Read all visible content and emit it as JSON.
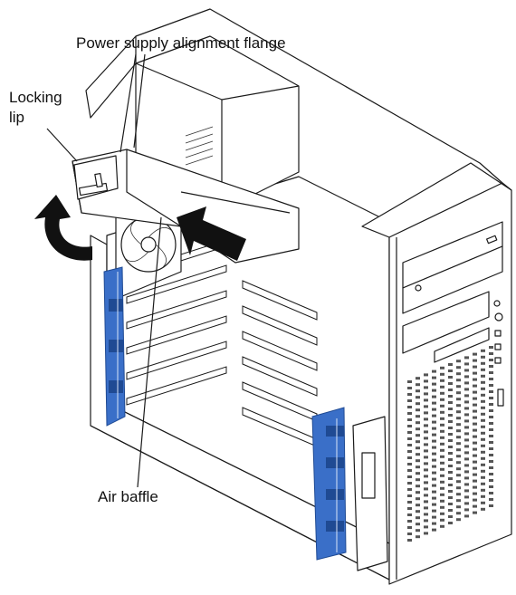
{
  "labels": {
    "power_supply_flange": "Power supply alignment flange",
    "locking_lip_line1": "Locking",
    "locking_lip_line2": "lip",
    "air_baffle": "Air baffle"
  },
  "colors": {
    "line": "#1a1a1a",
    "blue_part": "#3a6fc8",
    "blue_dark": "#1f4a93",
    "arrow": "#111111",
    "shade": "#dcdcdc"
  },
  "icons": {
    "curved_arrow": "curved-arrow-icon",
    "push_arrow": "push-arrow-icon"
  }
}
